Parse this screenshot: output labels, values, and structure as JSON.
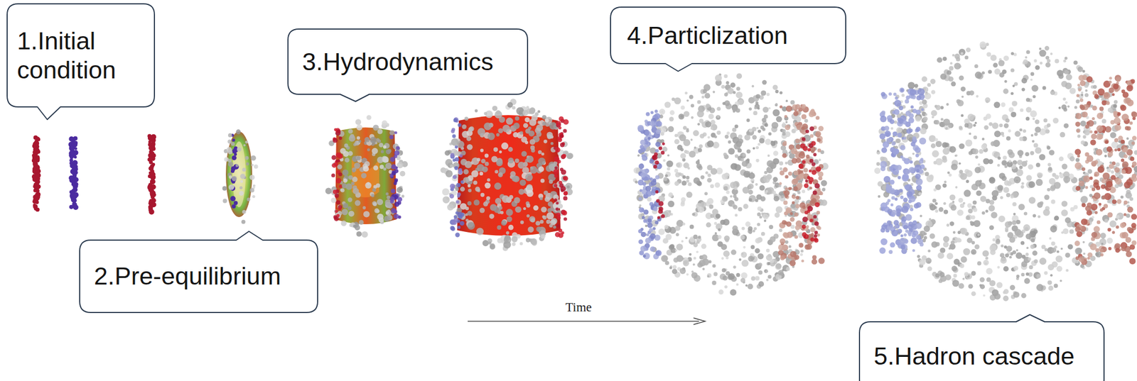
{
  "diagram": {
    "nodes": [
      {
        "text": [
          "1.Initial condition"
        ]
      },
      {
        "text": [
          "2.Pre-equilibrium"
        ]
      },
      {
        "text": [
          "3.Hydrodynamics"
        ]
      },
      {
        "text": [
          "4.Particlization"
        ]
      },
      {
        "text": [
          "5.Hadron cascade"
        ]
      }
    ],
    "labels": [
      "Time"
    ]
  }
}
